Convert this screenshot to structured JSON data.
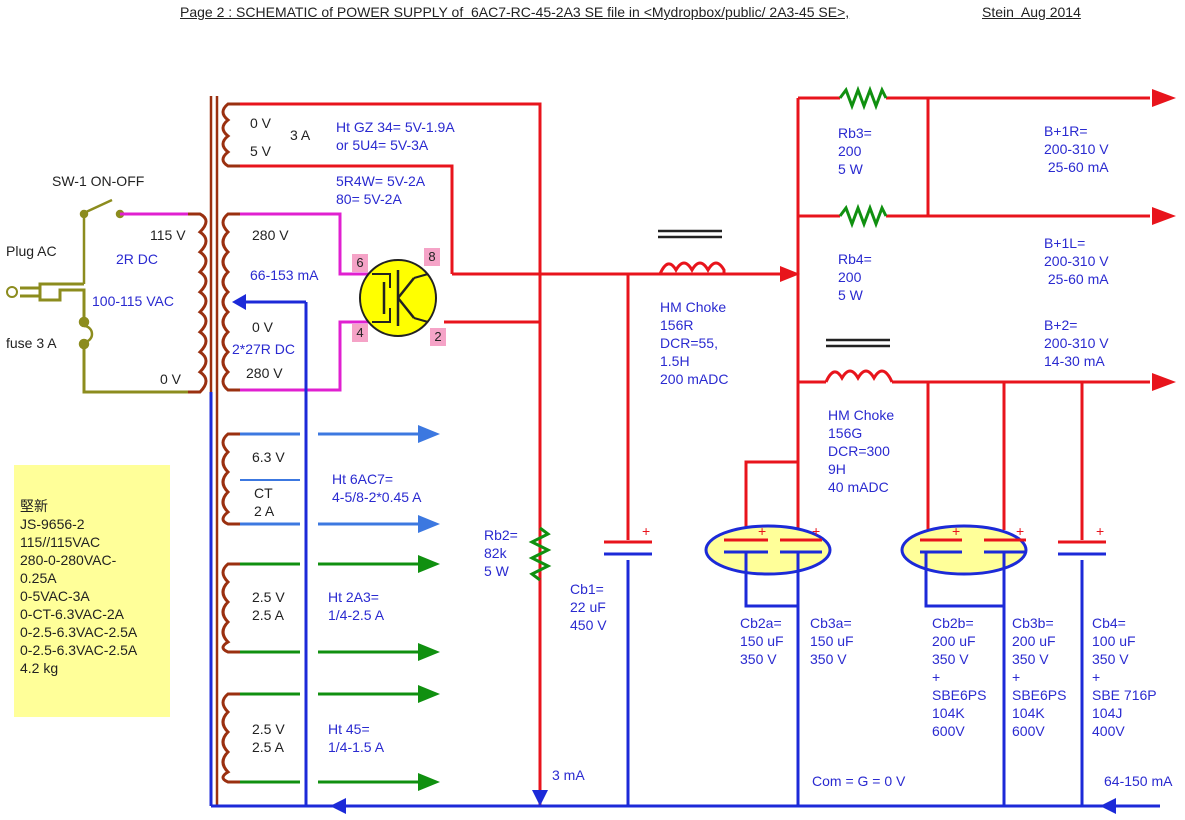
{
  "title": "Page 2 : SCHEMATIC of POWER SUPPLY of  6AC7-RC-45-2A3 SE file in <Mydropbox/public/ 2A3-45 SE>,",
  "author_date": "Stein  Aug 2014",
  "colors": {
    "hv": "#e8141c",
    "ground": "#1c2ad8",
    "primary": "#8c8c1e",
    "winding": "#9a3010",
    "magenta": "#e020d0",
    "heater_blue": "#3c78e0",
    "heater_green": "#109010",
    "tube": "#ffff00",
    "cap_fill": "#ffff99"
  },
  "labels": {
    "sw1": "SW-1 ON-OFF",
    "plug": "Plug AC",
    "fuse": "fuse 3 A",
    "v115": "115 V",
    "r2dc": "2R DC",
    "vac": "100-115 VAC",
    "v0p": "0 V",
    "w1_0v": "0 V",
    "w1_5v": "5 V",
    "w1_3a": "3 A",
    "rect_line1": "Ht GZ 34= 5V-1.9A",
    "rect_line2": "or 5U4= 5V-3A",
    "rect_line3": "5R4W= 5V-2A",
    "rect_line4": "80= 5V-2A",
    "hv_280a": "280 V",
    "hv_current": "66-153 mA",
    "hv_0v": "0 V",
    "hv_dc": "2*27R DC",
    "hv_280b": "280 V",
    "pin6": "6",
    "pin8": "8",
    "pin4": "4",
    "pin2": "2",
    "h1_63": "6.3 V",
    "h1_ct": "CT",
    "h1_2a": "2 A",
    "h1_desc1": "Ht 6AC7=",
    "h1_desc2": "4-5/8-2*0.45 A",
    "h2_v": "2.5 V",
    "h2_a": "2.5 A",
    "h2_desc1": "Ht 2A3=",
    "h2_desc2": "1/4-2.5 A",
    "h3_v": "2.5 V",
    "h3_a": "2.5 A",
    "h3_desc1": "Ht 45=",
    "h3_desc2": "1/4-1.5 A",
    "choke1_1": "HM Choke",
    "choke1_2": "156R",
    "choke1_3": "DCR=55,",
    "choke1_4": "1.5H",
    "choke1_5": "200 mADC",
    "choke2_1": "HM Choke",
    "choke2_2": "156G",
    "choke2_3": "DCR=300",
    "choke2_4": "9H",
    "choke2_5": "40 mADC",
    "rb3_1": "Rb3=",
    "rb3_2": "200",
    "rb3_3": "5 W",
    "rb4_1": "Rb4=",
    "rb4_2": "200",
    "rb4_3": "5 W",
    "b1r_1": "B+1R=",
    "b1r_2": "200-310 V",
    "b1r_3": " 25-60 mA",
    "b1l_1": "B+1L=",
    "b1l_2": "200-310 V",
    "b1l_3": " 25-60 mA",
    "b2_1": "B+2=",
    "b2_2": "200-310 V",
    "b2_3": "14-30 mA",
    "rb2_1": "Rb2=",
    "rb2_2": "82k",
    "rb2_3": "5 W",
    "cb1_1": "Cb1=",
    "cb1_2": "22 uF",
    "cb1_3": "450 V",
    "cb2a_1": "Cb2a=",
    "cb2a_2": "150 uF",
    "cb2a_3": "350 V",
    "cb3a_1": "Cb3a=",
    "cb3a_2": "150 uF",
    "cb3a_3": "350 V",
    "cb2b_1": "Cb2b=",
    "cb2b_2": "200 uF",
    "cb2b_3": "350 V",
    "cb2b_4": "+",
    "cb2b_5": "SBE6PS",
    "cb2b_6": "104K",
    "cb2b_7": "600V",
    "cb3b_1": "Cb3b=",
    "cb3b_2": "200 uF",
    "cb3b_3": "350 V",
    "cb3b_4": "+",
    "cb3b_5": "SBE6PS",
    "cb3b_6": "104K",
    "cb3b_7": "600V",
    "cb4_1": "Cb4=",
    "cb4_2": "100 uF",
    "cb4_3": "350 V",
    "cb4_4": "+",
    "cb4_5": "SBE 716P",
    "cb4_6": "104J",
    "cb4_7": "400V",
    "bleed": "3 mA",
    "com": "Com = G = 0 V",
    "total": "64-150 mA"
  },
  "transformer_spec": [
    "堅新",
    "JS-9656-2",
    "115//115VAC",
    "280-0-280VAC-",
    "0.25A",
    "0-5VAC-3A",
    "0-CT-6.3VAC-2A",
    "0-2.5-6.3VAC-2.5A",
    "0-2.5-6.3VAC-2.5A",
    "4.2 kg"
  ]
}
